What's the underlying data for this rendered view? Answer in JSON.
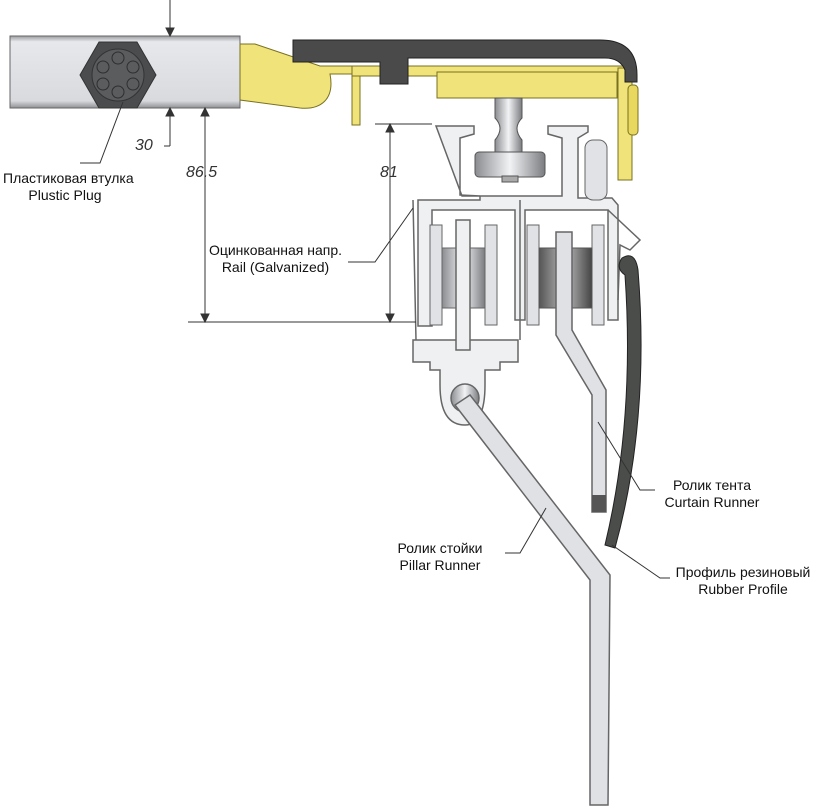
{
  "dimensions": {
    "d30": "30",
    "d86_5": "86.5",
    "d81": "81"
  },
  "labels": {
    "plastic_plug": {
      "ru": "Пластиковая втулка",
      "en": "Plustic Plug"
    },
    "rail": {
      "ru": "Оцинкованная напр.",
      "en": "Rail (Galvanized)"
    },
    "curtain_runner": {
      "ru": "Ролик тента",
      "en": "Curtain Runner"
    },
    "pillar_runner": {
      "ru": "Ролик стойки",
      "en": "Pillar Runner"
    },
    "rubber_profile": {
      "ru": "Профиль резиновый",
      "en": "Rubber Profile"
    }
  },
  "colors": {
    "yellow": "#efe37a",
    "dark": "#4a4a4a",
    "steel": "#d4d6da",
    "outline": "#555555"
  }
}
